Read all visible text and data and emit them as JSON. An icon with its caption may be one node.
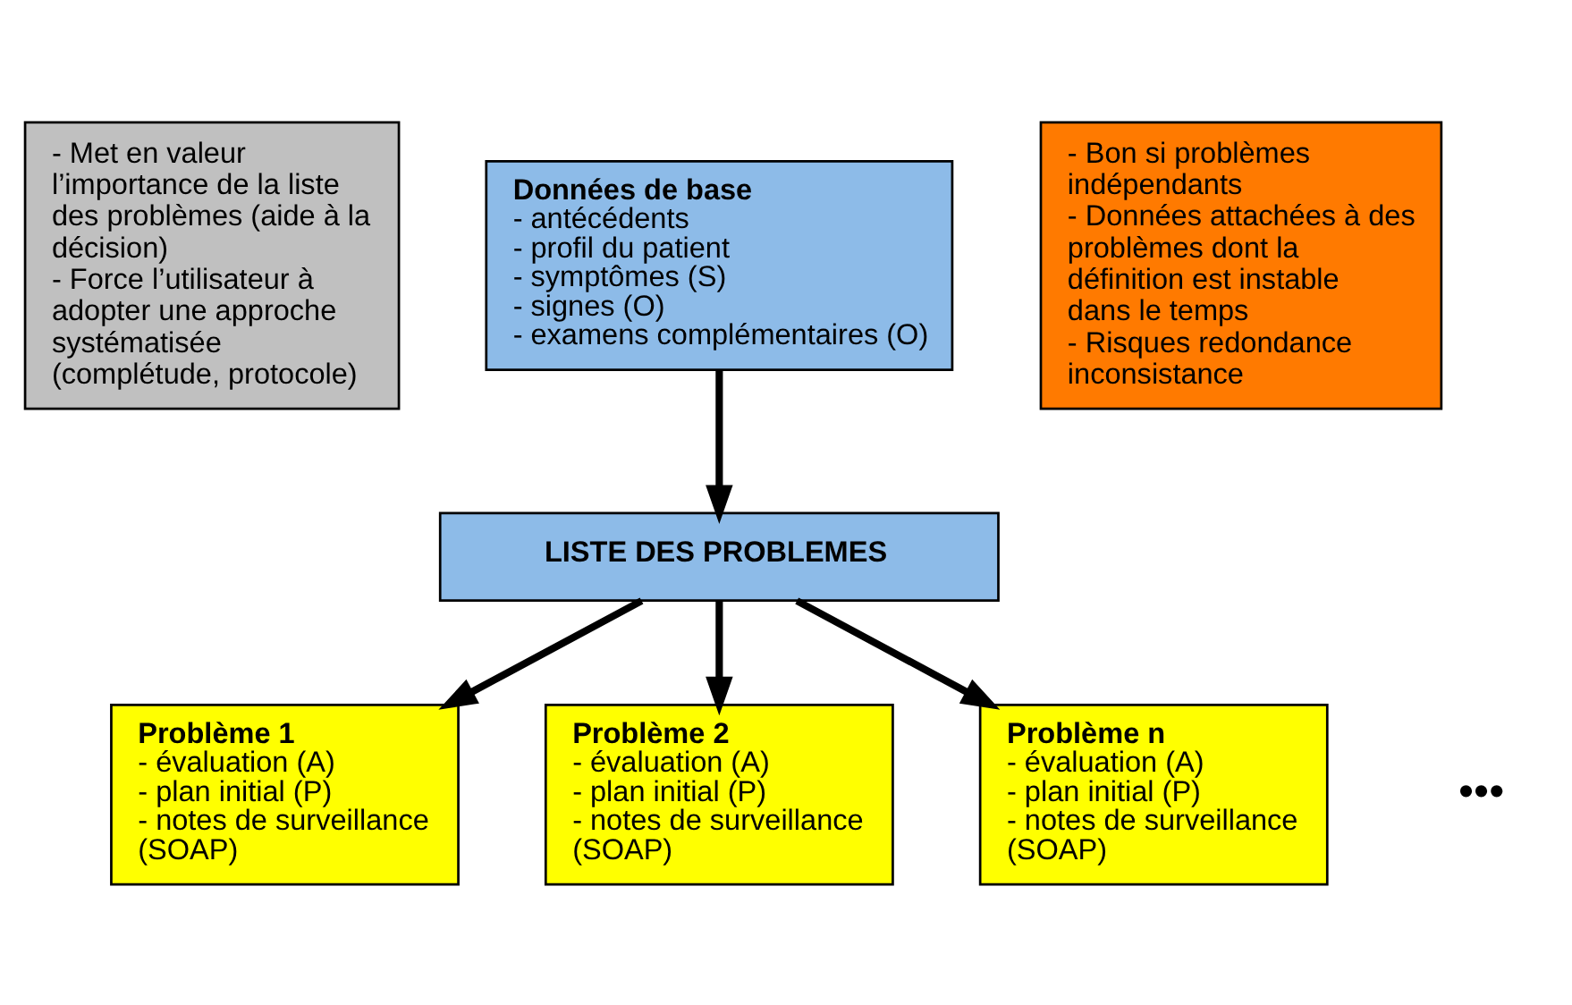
{
  "diagram": {
    "nodes": [
      {
        "text": [
          "- Met en valeur l’importance de la liste des problèmes (aide à la décision)",
          "- Force l’utilisateur à adopter une approche systématisée (complétude, protocole)"
        ]
      },
      {
        "text": [
          "Données de base",
          "- antécédents",
          "- profil du patient",
          "- symptômes (S)",
          "- signes (O)",
          "- examens complémentaires (O)"
        ]
      },
      {
        "text": [
          "- Bon si problèmes indépendants",
          "- Données attachées à des problèmes dont la définition est instable dans le temps",
          "- Risques redondance inconsistance"
        ]
      },
      {
        "text": [
          "LISTE DES PROBLEMES"
        ]
      },
      {
        "text": [
          "Problème 1",
          "- évaluation (A)",
          "- plan initial (P)",
          "- notes de surveillance (SOAP)"
        ]
      },
      {
        "text": [
          "Problème 2",
          "- évaluation (A)",
          "- plan initial (P)",
          "- notes de surveillance (SOAP)"
        ]
      },
      {
        "text": [
          "Problème n",
          "- évaluation (A)",
          "- plan initial (P)",
          "- notes de surveillance (SOAP)"
        ]
      }
    ],
    "edges": [
      {
        "from": 1,
        "to": 3,
        "arrow": "to"
      },
      {
        "from": 3,
        "to": 4,
        "arrow": "to"
      },
      {
        "from": 3,
        "to": 5,
        "arrow": "to"
      },
      {
        "from": 3,
        "to": 6,
        "arrow": "to"
      }
    ],
    "labels": [
      "•••"
    ]
  }
}
